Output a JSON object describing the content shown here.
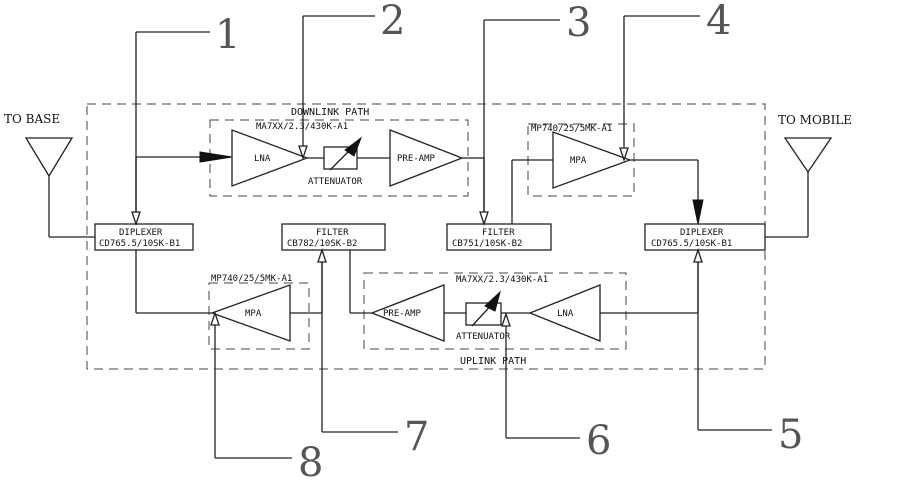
{
  "labels": {
    "to_base": "TO BASE",
    "to_mobile": "TO MOBILE",
    "downlink_path": "DOWNLINK PATH",
    "uplink_path": "UPLINK PATH"
  },
  "blocks": {
    "dl_module_part": "MA7XX/2.3/430K-A1",
    "dl_lna": "LNA",
    "dl_attenuator": "ATTENUATOR",
    "dl_preamp": "PRE-AMP",
    "dl_mpa_part": "MP740/25/5MK-A1",
    "dl_mpa": "MPA",
    "diplexer_left_title": "DIPLEXER",
    "diplexer_left_part": "CD765.5/10SK-B1",
    "filter_left_title": "FILTER",
    "filter_left_part": "CB782/10SK-B2",
    "filter_right_title": "FILTER",
    "filter_right_part": "CB751/10SK-B2",
    "diplexer_right_title": "DIPLEXER",
    "diplexer_right_part": "CD765.5/10SK-B1",
    "ul_mpa_part": "MP740/25/5MK-A1",
    "ul_mpa": "MPA",
    "ul_module_part": "MA7XX/2.3/430K-A1",
    "ul_preamp": "PRE-AMP",
    "ul_attenuator": "ATTENUATOR",
    "ul_lna": "LNA"
  },
  "callouts": [
    "1",
    "2",
    "3",
    "4",
    "5",
    "6",
    "7",
    "8"
  ]
}
